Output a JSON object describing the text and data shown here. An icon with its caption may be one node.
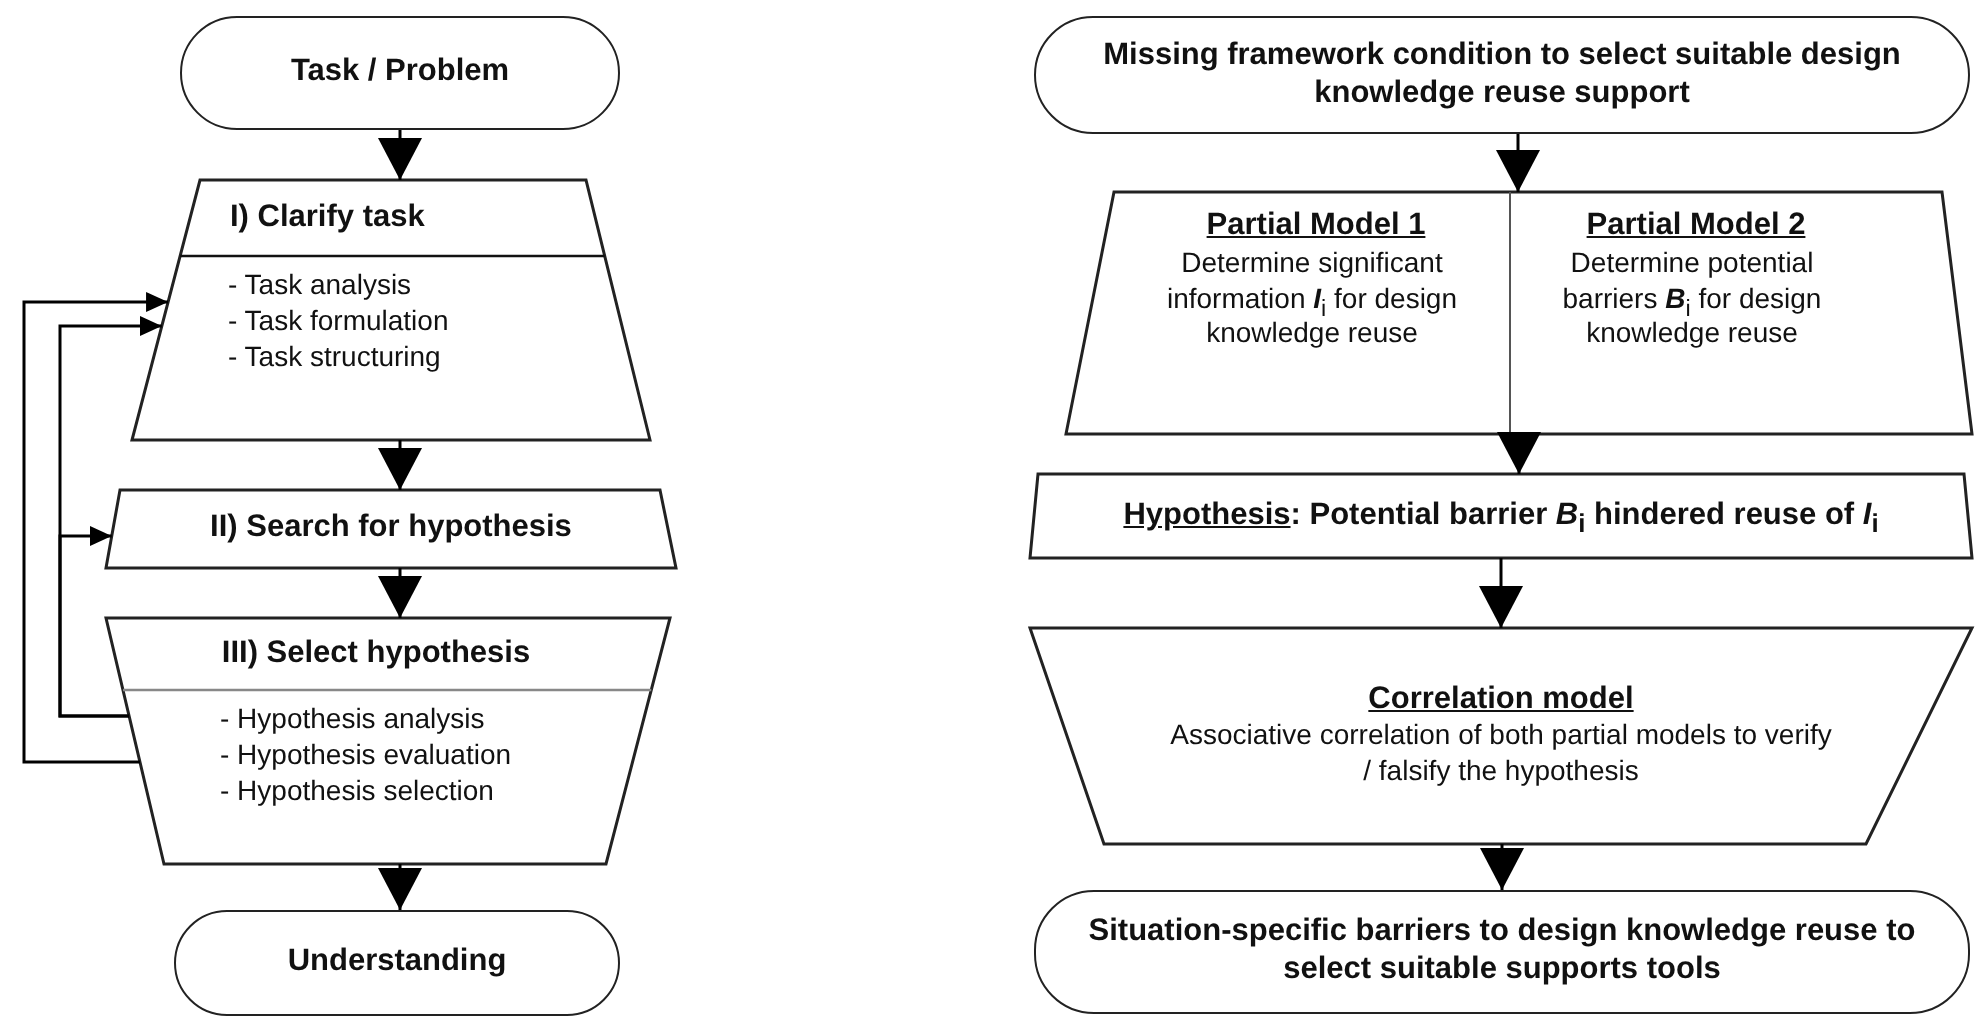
{
  "diagram": {
    "nodes": [
      {
        "text": [
          "Task / Problem"
        ]
      },
      {
        "text": [
          "I) Clarify task",
          "- Task analysis",
          "- Task formulation",
          "- Task structuring"
        ]
      },
      {
        "text": [
          "II) Search for hypothesis"
        ]
      },
      {
        "text": [
          "III) Select hypothesis",
          "- Hypothesis analysis",
          "- Hypothesis evaluation",
          "- Hypothesis selection"
        ]
      },
      {
        "text": [
          "Understanding"
        ]
      },
      {
        "text": [
          "Missing framework condition to select suitable design knowledge reuse support"
        ]
      },
      {
        "text": [],
        "shape": "trapezoid"
      },
      {
        "text": [
          "Partial Model 1",
          "Determine significant information **I**$_{i}$ for design knowledge reuse"
        ],
        "in": 6
      },
      {
        "text": [
          "Partial Model 2",
          "Determine potential barriers **B**$_{i}$ for design knowledge reuse"
        ],
        "in": 6
      },
      {
        "text": [
          "**Hypothesis**: Potential barrier *B*$_{i}$ hindered reuse of *I*$_{i}$"
        ]
      },
      {
        "text": [
          "Correlation model",
          "Associative correlation of both partial models to verify / falsify the hypothesis"
        ]
      },
      {
        "text": [
          "Situation-specific barriers to design knowledge reuse to select suitable supports tools"
        ]
      }
    ],
    "edges": [
      {
        "from": 0,
        "to": 1,
        "arrow": "to"
      },
      {
        "from": 1,
        "to": 2,
        "arrow": "to"
      },
      {
        "from": 2,
        "to": 3,
        "arrow": "to"
      },
      {
        "from": 3,
        "to": 4,
        "arrow": "to"
      },
      {
        "from": 3,
        "to": 1,
        "arrow": "to"
      },
      {
        "from": 3,
        "to": 1,
        "arrow": "to"
      },
      {
        "from": 3,
        "to": 2,
        "arrow": "to"
      },
      {
        "from": 5,
        "to": 6,
        "arrow": "to"
      },
      {
        "from": 6,
        "to": 9,
        "arrow": "to"
      },
      {
        "from": 9,
        "to": 10,
        "arrow": "to"
      },
      {
        "from": 10,
        "to": 11,
        "arrow": "to"
      }
    ]
  }
}
